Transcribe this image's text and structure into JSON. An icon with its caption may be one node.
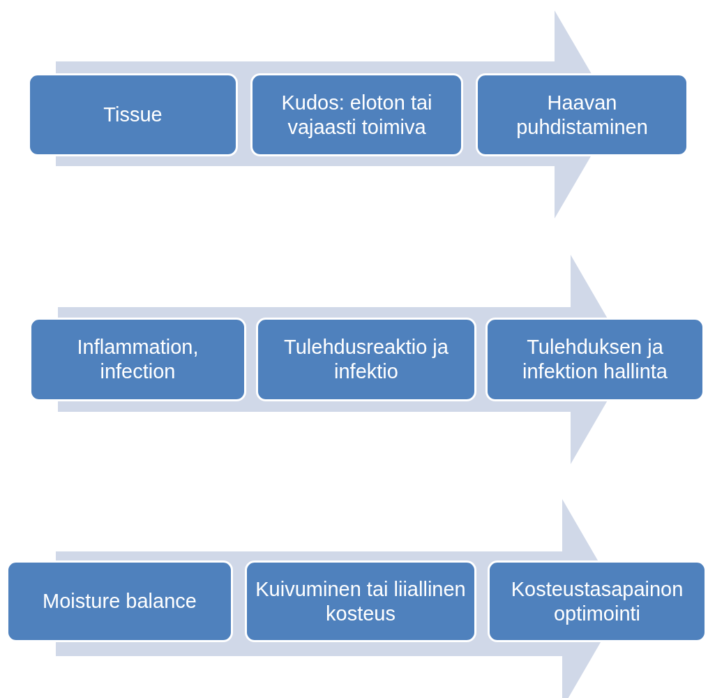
{
  "diagram": {
    "nodes": [
      {
        "text": [
          "Tissue"
        ]
      },
      {
        "text": [
          "Kudos: eloton tai vajaasti toimiva"
        ]
      },
      {
        "text": [
          "Haavan puhdistaminen"
        ]
      },
      {
        "text": [
          "Inflammation, infection"
        ]
      },
      {
        "text": [
          "Tulehdusreaktio ja infektio"
        ]
      },
      {
        "text": [
          "Tulehduksen ja infektion hallinta"
        ]
      },
      {
        "text": [
          "Moisture balance"
        ]
      },
      {
        "text": [
          "Kuivuminen tai liiallinen kosteus"
        ]
      },
      {
        "text": [
          "Kosteustasapainon optimointi"
        ]
      }
    ],
    "edges": []
  }
}
